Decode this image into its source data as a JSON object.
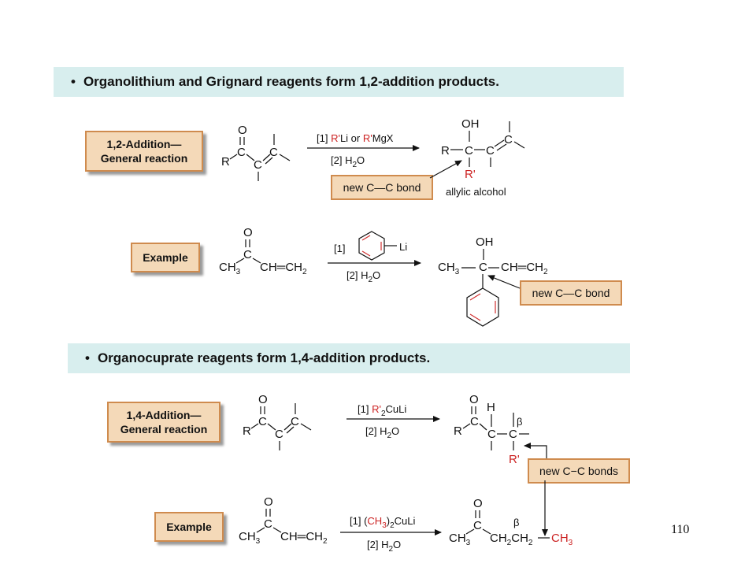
{
  "banner1": {
    "bullet": "•",
    "text": "Organolithium and Grignard reagents form 1,2-addition products."
  },
  "banner2": {
    "bullet": "•",
    "text": "Organocuprate reagents form 1,4-addition products."
  },
  "labels": {
    "add12": {
      "line1": "1,2-Addition—",
      "line2": "General reaction"
    },
    "example1": "Example",
    "add14": {
      "line1": "1,4-Addition—",
      "line2": "General reaction"
    },
    "example2": "Example"
  },
  "notes": {
    "cc_bond_1": "new C—C bond",
    "cc_bond_2": "new C—C bond",
    "cc_bonds_3": "new C−C bonds",
    "allylic_alcohol": "allylic alcohol"
  },
  "atoms": {
    "O": "O",
    "C": "C",
    "R": "R",
    "OH": "OH",
    "H": "H",
    "Li": "Li",
    "R_prime": "R'",
    "CH3": "CH",
    "CH2": "CH",
    "CH": "CH",
    "beta": "β",
    "three": "3",
    "two": "2",
    "eq": "═"
  },
  "reagents": {
    "r1_step1_a": "[1] ",
    "r1_step1_red": "R'",
    "r1_step1_b": "Li or ",
    "r1_step1_red2": "R'",
    "r1_step1_c": "MgX",
    "step2": "[2] H",
    "step2_sub": "2",
    "step2_end": "O",
    "ex1_step1": "[1]",
    "r3_step1_a": "[1] ",
    "r3_step1_red": "R'",
    "r3_step1_sub": "2",
    "r3_step1_b": "CuLi",
    "ex2_step1_a": "[1] (",
    "ex2_step1_red": "CH",
    "ex2_step1_sub": "3",
    "ex2_step1_b": ")",
    "ex2_step1_sub2": "2",
    "ex2_step1_c": "CuLi"
  },
  "page_number": "110",
  "colors": {
    "banner": "#d8eeee",
    "label_fill": "#f4d9b8",
    "label_border": "#cf8b4e",
    "accent_red": "#cc2222"
  }
}
